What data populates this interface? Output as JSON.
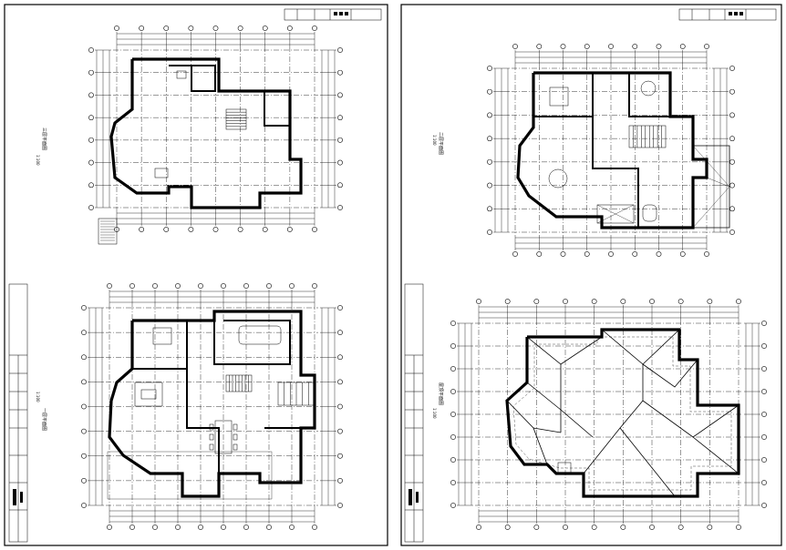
{
  "sheets": [
    {
      "id": "left",
      "plans": [
        {
          "id": "third-floor-plan",
          "title": "三层平面图",
          "scale": "1:100"
        },
        {
          "id": "first-floor-plan",
          "title": "一层平面图",
          "scale": "1:100"
        }
      ]
    },
    {
      "id": "right",
      "plans": [
        {
          "id": "second-floor-plan",
          "title": "二层平面图",
          "scale": "1:100"
        },
        {
          "id": "roof-plan",
          "title": "屋顶平面图",
          "scale": "1:100"
        }
      ]
    }
  ]
}
